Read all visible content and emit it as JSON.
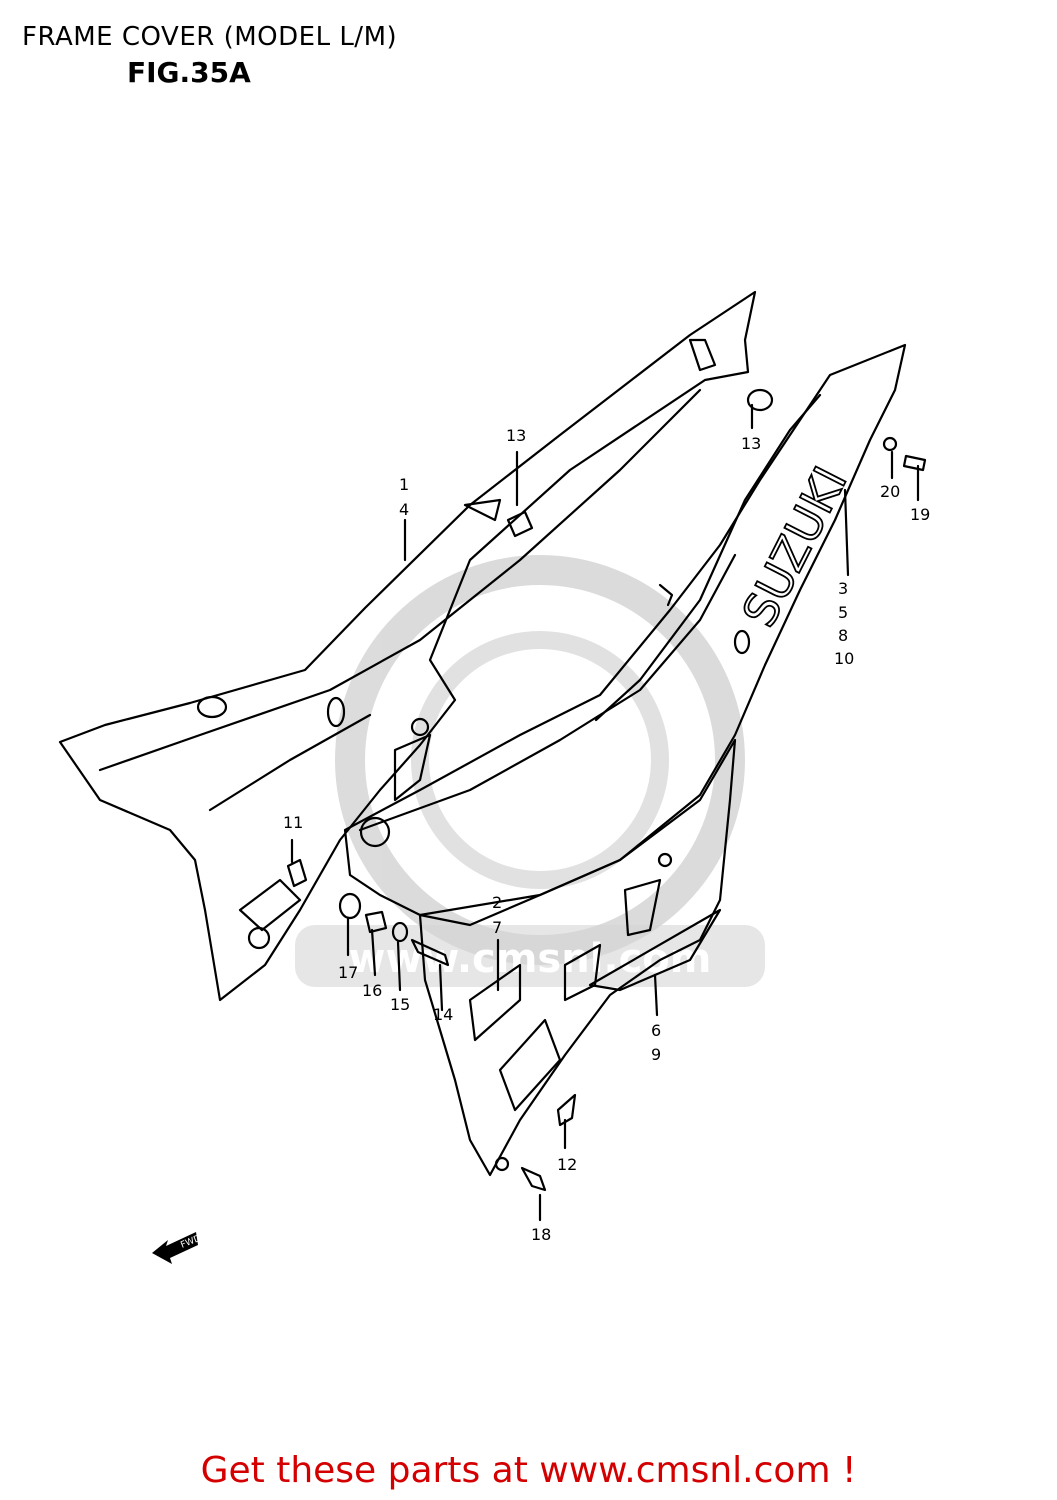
{
  "header": {
    "title": "FRAME COVER (MODEL L/M)",
    "figure": "FIG.35A"
  },
  "diagram": {
    "brand_text": "SUZUKI",
    "fwd_label": "FWD",
    "watermark_url": "www.cmsnl.com",
    "part_labels": [
      "1",
      "4",
      "13",
      "13",
      "20",
      "19",
      "3",
      "5",
      "8",
      "10",
      "11",
      "2",
      "7",
      "17",
      "16",
      "15",
      "14",
      "6",
      "9",
      "12",
      "18"
    ]
  },
  "footer": {
    "cta": "Get these parts at www.cmsnl.com !",
    "cta_color": "#d40000"
  }
}
